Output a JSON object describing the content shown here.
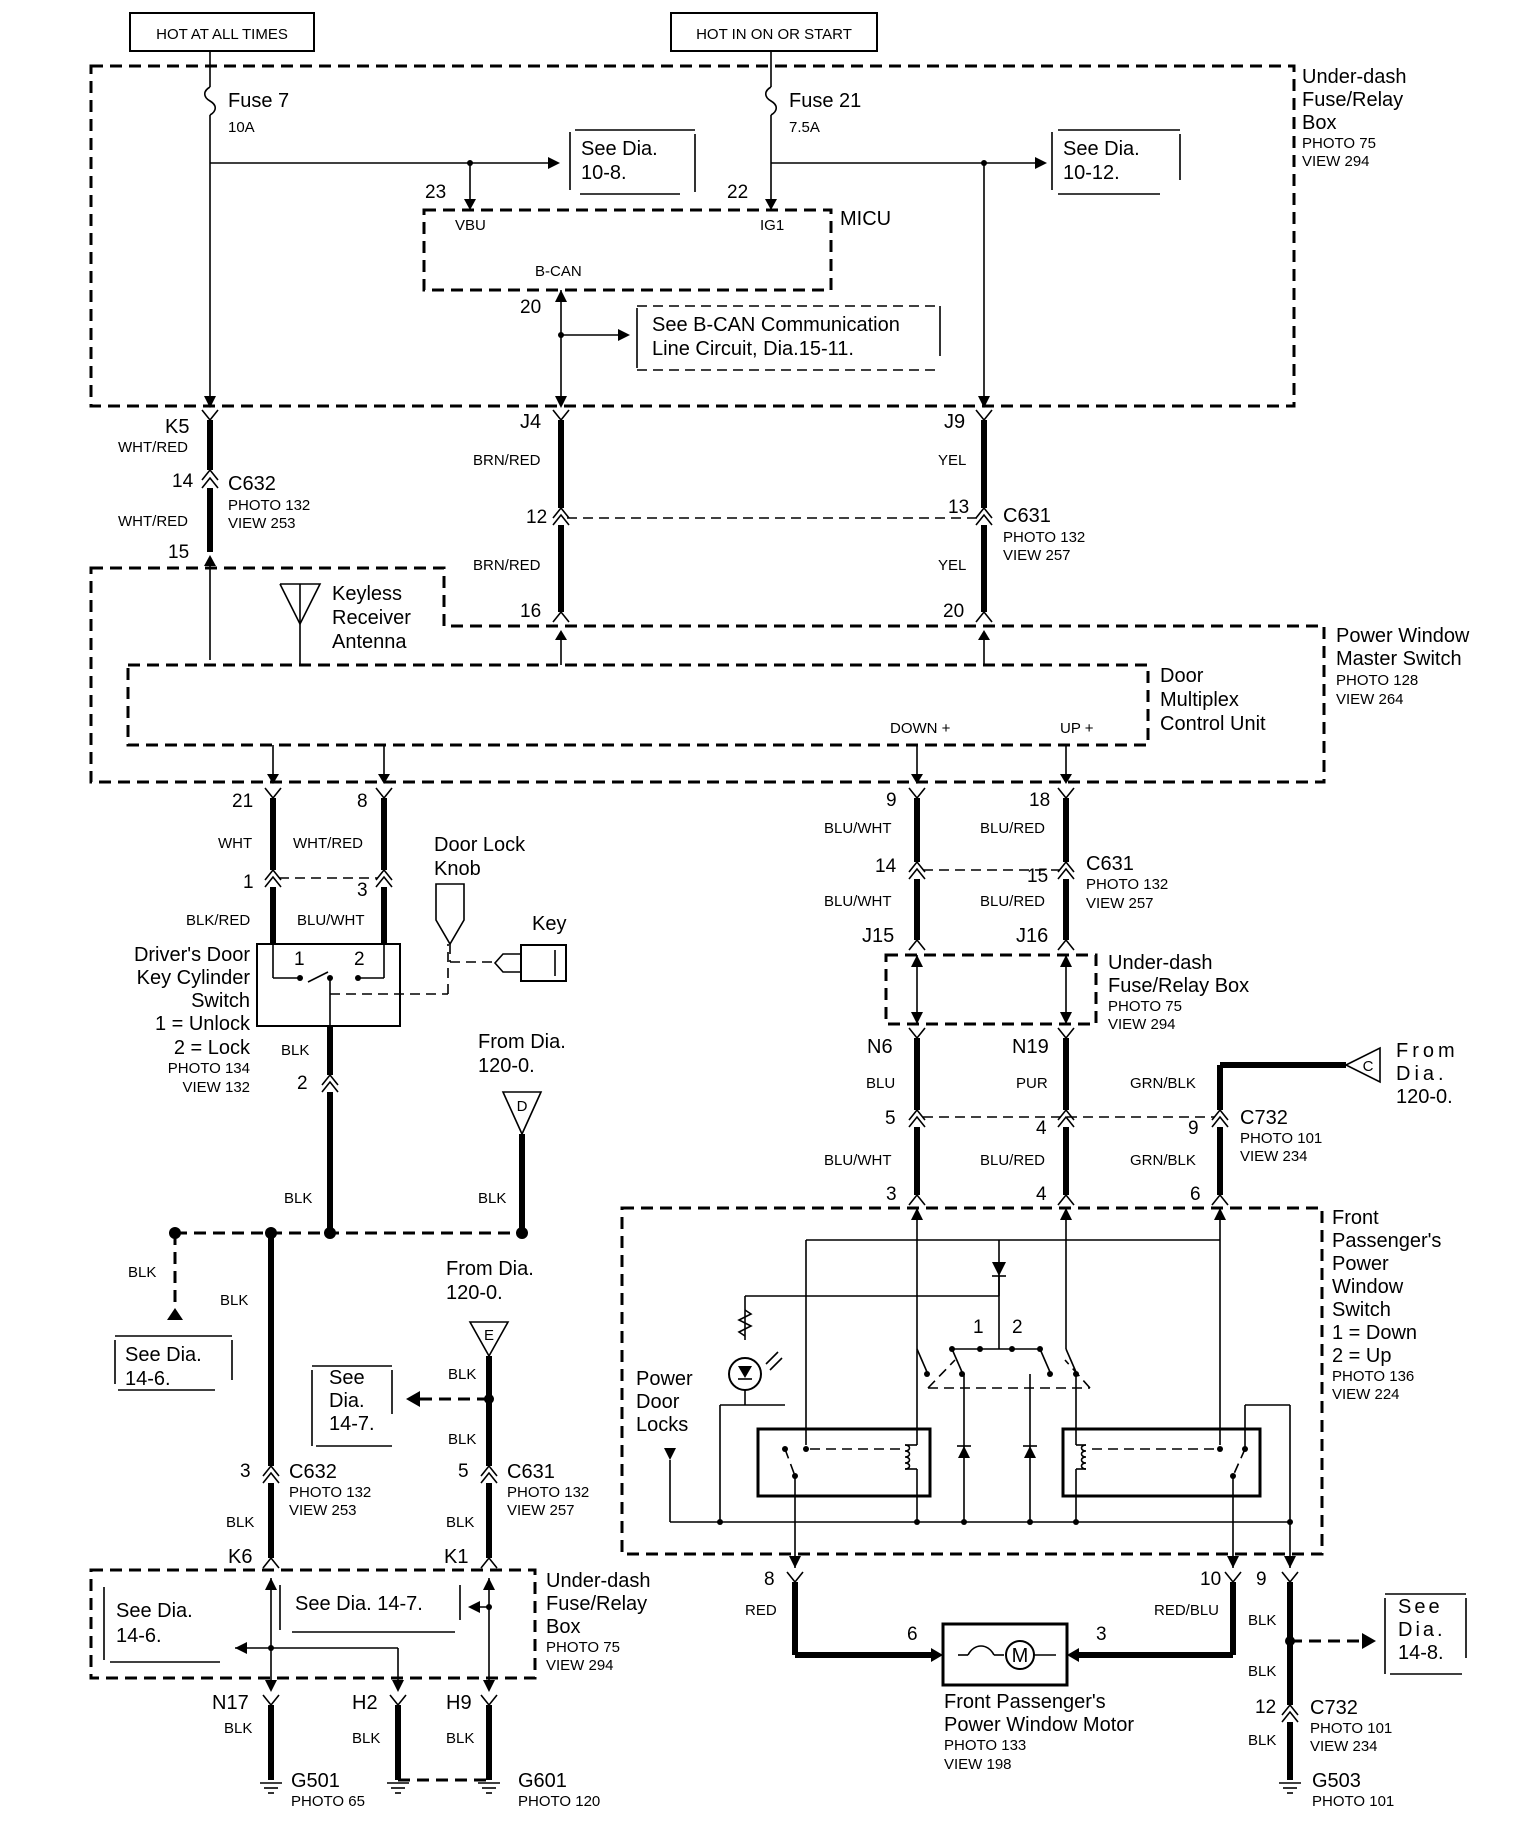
{
  "power": {
    "hot_at_all_times": "HOT AT ALL TIMES",
    "hot_in_on_or_start": "HOT IN ON OR START"
  },
  "fuse_relay_box_top": {
    "name_1": "Under-dash",
    "name_2": "Fuse/Relay",
    "name_3": "Box",
    "photo": "PHOTO 75",
    "view": "VIEW 294"
  },
  "fuses": [
    {
      "name": "Fuse 7",
      "rating": "10A"
    },
    {
      "name": "Fuse 21",
      "rating": "7.5A"
    }
  ],
  "micu": {
    "name": "MICU",
    "vbu": "VBU",
    "ig1": "IG1",
    "bcan": "B-CAN",
    "pin_vbu": "23",
    "pin_ig1": "22",
    "pin_bcan": "20"
  },
  "refs": {
    "see_10_8_a": "See Dia.",
    "see_10_8_b": "10-8.",
    "see_10_12_a": "See Dia.",
    "see_10_12_b": "10-12.",
    "bcan_a": "See B-CAN Communication",
    "bcan_b": "Line Circuit, Dia.15-11.",
    "see_14_6_a": "See Dia.",
    "see_14_6_b": "14-6.",
    "see_14_7_a": "See",
    "see_14_7_b": "Dia.",
    "see_14_7_c": "14-7.",
    "see_14_7_inline": "See Dia. 14-7.",
    "see_14_6_box_a": "See Dia.",
    "see_14_6_box_b": "14-6.",
    "see_14_8_a": "See",
    "see_14_8_b": "Dia.",
    "see_14_8_c": "14-8.",
    "from_c_a": "From",
    "from_c_b": "Dia.",
    "from_c_c": "120-0.",
    "from_d_a": "From Dia.",
    "from_d_b": "120-0.",
    "from_e_a": "From Dia.",
    "from_e_b": "120-0.",
    "tag_c": "C",
    "tag_d": "D",
    "tag_e": "E"
  },
  "top_pins": {
    "k5": "K5",
    "j4": "J4",
    "j9": "J9",
    "w_k5": "WHT/RED",
    "w_k5b": "WHT/RED",
    "w_j4": "BRN/RED",
    "w_j4b": "BRN/RED",
    "w_j9": "YEL",
    "w_j9b": "YEL",
    "p14": "14",
    "p15": "15",
    "p12": "12",
    "p16": "16",
    "p13": "13",
    "p20": "20"
  },
  "connectors": {
    "c632_a": {
      "name": "C632",
      "photo": "PHOTO 132",
      "view": "VIEW 253"
    },
    "c631_a": {
      "name": "C631",
      "photo": "PHOTO 132",
      "view": "VIEW 257"
    },
    "c631_b": {
      "name": "C631",
      "photo": "PHOTO 132",
      "view": "VIEW 257"
    },
    "c732_a": {
      "name": "C732",
      "photo": "PHOTO 101",
      "view": "VIEW 234"
    },
    "c632_b": {
      "name": "C632",
      "photo": "PHOTO 132",
      "view": "VIEW 253"
    },
    "c631_c": {
      "name": "C631",
      "photo": "PHOTO 132",
      "view": "VIEW 257"
    },
    "c732_b": {
      "name": "C732",
      "photo": "PHOTO 101",
      "view": "VIEW 234"
    }
  },
  "master_switch": {
    "antenna_1": "Keyless",
    "antenna_2": "Receiver",
    "antenna_3": "Antenna",
    "name_1": "Power Window",
    "name_2": "Master Switch",
    "photo": "PHOTO 128",
    "view": "VIEW 264",
    "dmcu_1": "Door",
    "dmcu_2": "Multiplex",
    "dmcu_3": "Control Unit",
    "down": "DOWN +",
    "up": "UP +"
  },
  "left_branch": {
    "p21": "21",
    "p8": "8",
    "w_wht": "WHT",
    "w_whtred": "WHT/RED",
    "p1": "1",
    "p3": "3",
    "w_blkred": "BLK/RED",
    "w_bluwht": "BLU/WHT",
    "door_lock_1": "Door Lock",
    "door_lock_2": "Knob",
    "key": "Key",
    "sw_1": "1",
    "sw_2": "2",
    "dk_1": "Driver's Door",
    "dk_2": "Key Cylinder",
    "dk_3": "Switch",
    "dk_4": "1 = Unlock",
    "dk_5": "2 = Lock",
    "dk_photo": "PHOTO 134",
    "dk_view": "VIEW 132",
    "w_blk1": "BLK",
    "p2": "2",
    "w_blk2": "BLK",
    "w_blk3": "BLK",
    "w_blk4": "BLK",
    "w_blk5": "BLK",
    "w_blk6": "BLK",
    "w_blk7": "BLK",
    "w_blk8": "BLK",
    "p3b": "3",
    "p5": "5",
    "w_blk9": "BLK",
    "w_blk10": "BLK",
    "k6": "K6",
    "k1": "K1"
  },
  "fuse_relay_box_bottom": {
    "name_1": "Under-dash",
    "name_2": "Fuse/Relay",
    "name_3": "Box",
    "photo": "PHOTO 75",
    "view": "VIEW 294"
  },
  "grounds": {
    "n17": "N17",
    "h2": "H2",
    "h9": "H9",
    "w_n17": "BLK",
    "w_h2": "BLK",
    "w_h9": "BLK",
    "g501": "G501",
    "g501_photo": "PHOTO 65",
    "g601": "G601",
    "g601_photo": "PHOTO 120",
    "g503": "G503",
    "g503_photo": "PHOTO 101"
  },
  "right_branch": {
    "p9": "9",
    "p18": "18",
    "w_bluwht": "BLU/WHT",
    "w_blured": "BLU/RED",
    "p14": "14",
    "p15": "15",
    "w_bluwht2": "BLU/WHT",
    "w_blured2": "BLU/RED",
    "j15": "J15",
    "j16": "J16",
    "box_1": "Under-dash",
    "box_2": "Fuse/Relay Box",
    "box_photo": "PHOTO 75",
    "box_view": "VIEW 294",
    "n6": "N6",
    "n19": "N19",
    "w_blu": "BLU",
    "w_pur": "PUR",
    "w_grnblk": "GRN/BLK",
    "p5": "5",
    "p4": "4",
    "p9b": "9",
    "w_bluwht3": "BLU/WHT",
    "w_blured3": "BLU/RED",
    "w_grnblk2": "GRN/BLK",
    "p3": "3",
    "p4b": "4",
    "p6": "6"
  },
  "passenger_switch": {
    "name_1": "Front",
    "name_2": "Passenger's",
    "name_3": "Power",
    "name_4": "Window",
    "name_5": "Switch",
    "name_6": "1 = Down",
    "name_7": "2 = Up",
    "photo": "PHOTO 136",
    "view": "VIEW 224",
    "pdl_1": "Power",
    "pdl_2": "Door",
    "pdl_3": "Locks",
    "sw_1": "1",
    "sw_2": "2"
  },
  "motor": {
    "p8": "8",
    "p10": "10",
    "p9": "9",
    "w_red": "RED",
    "w_redblu": "RED/BLU",
    "w_blk": "BLK",
    "w_blk2": "BLK",
    "p6": "6",
    "p3": "3",
    "m": "M",
    "name_1": "Front Passenger's",
    "name_2": "Power Window Motor",
    "photo": "PHOTO 133",
    "view": "VIEW 198",
    "p12": "12",
    "w_blk3": "BLK"
  }
}
